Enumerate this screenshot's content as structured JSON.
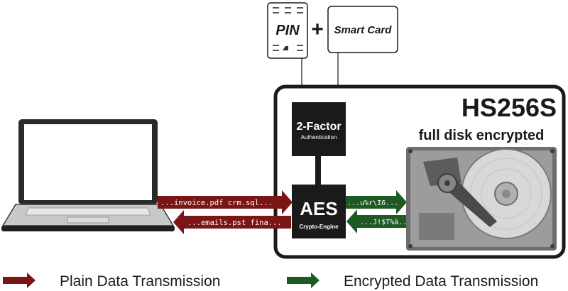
{
  "pin_label": "PIN",
  "plus_sign": "+",
  "smart_card_label": "Smart Card",
  "device_name": "HS256S",
  "disk_label": "full disk encrypted",
  "auth_box": {
    "title": "2-Factor",
    "subtitle": "Authentication"
  },
  "aes_box": {
    "title": "AES",
    "subtitle": "Crypto-Engine"
  },
  "streams": {
    "plain_out": "...invoice.pdf  crm.sql...",
    "plain_in": "...emails.pst   fina...",
    "enc_out": "...u%r\\I6...",
    "enc_in": "...J!$T%ä..."
  },
  "legend": [
    {
      "label": "Plain Data Transmission",
      "color": "#7a1616"
    },
    {
      "label": "Encrypted Data Transmission",
      "color": "#1e5a23"
    }
  ],
  "colors": {
    "plain": "#7a1616",
    "encrypted": "#1e5a23",
    "box": "#1a1a1a"
  }
}
